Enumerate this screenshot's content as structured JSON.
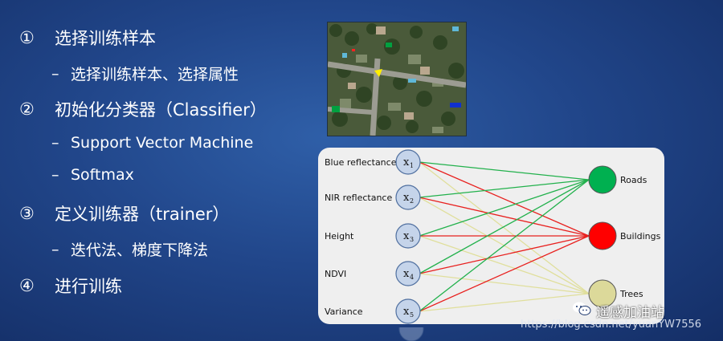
{
  "bullets": [
    {
      "num": "①",
      "text": "选择训练样本"
    },
    {
      "sub": "–",
      "text": "选择训练样本、选择属性"
    },
    {
      "num": "②",
      "text": "初始化分类器（Classifier）"
    },
    {
      "sub": "–",
      "text": "Support Vector Machine"
    },
    {
      "sub": "–",
      "text": "Softmax"
    },
    {
      "num": "③",
      "text": "定义训练器（trainer）"
    },
    {
      "sub": "–",
      "text": "迭代法、梯度下降法"
    },
    {
      "num": "④",
      "text": "进行训练"
    }
  ],
  "network": {
    "inputs": [
      {
        "label": "Blue reflectance",
        "var": "x",
        "sub": "1"
      },
      {
        "label": "NIR reflectance",
        "var": "x",
        "sub": "2"
      },
      {
        "label": "Height",
        "var": "x",
        "sub": "3"
      },
      {
        "label": "NDVI",
        "var": "x",
        "sub": "4"
      },
      {
        "label": "Variance",
        "var": "x",
        "sub": "5"
      }
    ],
    "outputs": [
      {
        "label": "Roads",
        "color": "#00b050"
      },
      {
        "label": "Buildings",
        "color": "#ff0000"
      },
      {
        "label": "Trees",
        "color": "#dcd99a"
      }
    ],
    "edge_colors": {
      "roads": "#22b14c",
      "buildings": "#e8201e",
      "trees": "#e0df9c"
    }
  },
  "watermark": {
    "logo_text": "遥感加油站",
    "url": "https://blog.csdn.net/yuanYW7556"
  }
}
